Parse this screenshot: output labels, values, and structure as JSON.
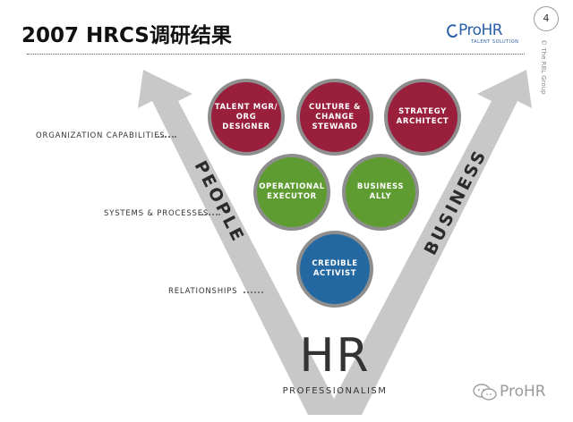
{
  "slide": {
    "title": "2007 HRCS调研结果",
    "page_number": "4",
    "copyright": "© The RBL Group"
  },
  "logo": {
    "name": "ProHR",
    "tagline": "TALENT SOLUTION"
  },
  "levels": [
    {
      "label": "ORGANIZATION CAPABILITIES"
    },
    {
      "label": "SYSTEMS & PROCESSES"
    },
    {
      "label": "RELATIONSHIPS"
    }
  ],
  "arrows": {
    "left": "PEOPLE",
    "right": "BUSINESS"
  },
  "roles": [
    {
      "label": "TALENT MGR/\nORG DESIGNER",
      "color": "#9a1f3d"
    },
    {
      "label": "CULTURE &\nCHANGE\nSTEWARD",
      "color": "#9a1f3d"
    },
    {
      "label": "STRATEGY\nARCHITECT",
      "color": "#9a1f3d"
    },
    {
      "label": "OPERATIONAL\nEXECUTOR",
      "color": "#5e9c31"
    },
    {
      "label": "BUSINESS\nALLY",
      "color": "#5e9c31"
    },
    {
      "label": "CREDIBLE\nACTIVIST",
      "color": "#2468a2"
    }
  ],
  "foundation": {
    "main": "HR",
    "sub": "PROFESSIONALISM"
  },
  "watermark": {
    "text": "ProHR",
    "icon": "wechat-icon"
  },
  "colors": {
    "arrow": "#c8c8c8",
    "logo": "#2b5fa6"
  }
}
